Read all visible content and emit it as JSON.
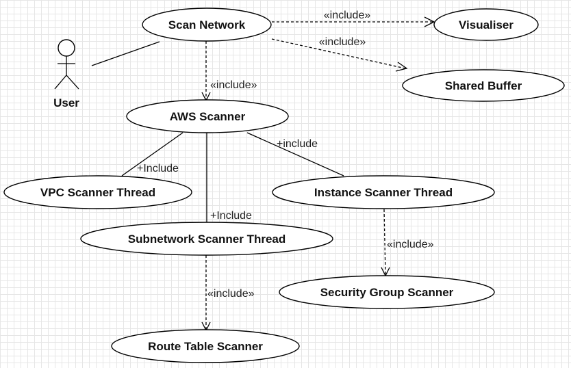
{
  "actor": {
    "label": "User"
  },
  "use_cases": {
    "scan_network": "Scan Network",
    "visualiser": "Visualiser",
    "shared_buffer": "Shared Buffer",
    "aws_scanner": "AWS Scanner",
    "vpc_scanner_thread": "VPC Scanner Thread",
    "instance_scanner_thread": "Instance Scanner Thread",
    "subnetwork_scanner_thread": "Subnetwork Scanner Thread",
    "security_group_scanner": "Security Group Scanner",
    "route_table_scanner": "Route Table Scanner"
  },
  "relations": {
    "scan_to_visualiser": "«include»",
    "scan_to_buffer": "«include»",
    "scan_to_aws": "«include»",
    "aws_to_vpc": "+Include",
    "aws_to_instance": "+include",
    "aws_to_subnet": "+Include",
    "instance_to_security": "«include»",
    "subnet_to_route": "«include»"
  }
}
